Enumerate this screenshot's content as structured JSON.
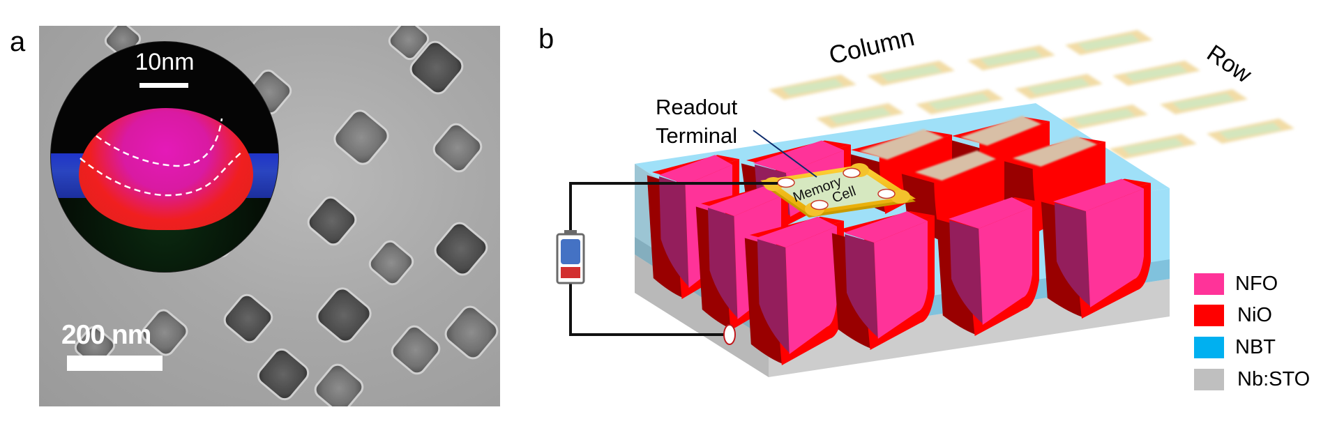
{
  "figure": {
    "panel_a": {
      "label": "a",
      "inset_scale_label": "10nm",
      "tem_scale_label": "200 nm"
    },
    "panel_b": {
      "label": "b",
      "column_label": "Column",
      "row_label": "Row",
      "readout_label_line1": "Readout",
      "readout_label_line2": "Terminal",
      "memory_cell_line1": "Memory",
      "memory_cell_line2": "Cell",
      "battery_icon": "battery-icon"
    },
    "legend": [
      {
        "label": "NFO",
        "color": "#ff3399"
      },
      {
        "label": "NiO",
        "color": "#ff0000"
      },
      {
        "label": "NBT",
        "color": "#00b0f0"
      },
      {
        "label": "Nb:STO",
        "color": "#bfbfbf"
      }
    ],
    "colors": {
      "nfo": "#ff3399",
      "nfo_side": "#941e5c",
      "nio": "#ff0000",
      "nio_dark": "#990000",
      "nbt_top": "#9fe0f8",
      "nbt_front": "#80c2dd",
      "sto_front": "#cdcdcd",
      "sto_side": "#b9b9b9",
      "cell_gold": "#f4c22c",
      "cell_green": "#d6e8c0",
      "battery_blue": "#4472c4",
      "battery_red": "#d22f2f",
      "wire": "#111111",
      "pointer_line": "#0b2a6b"
    }
  }
}
